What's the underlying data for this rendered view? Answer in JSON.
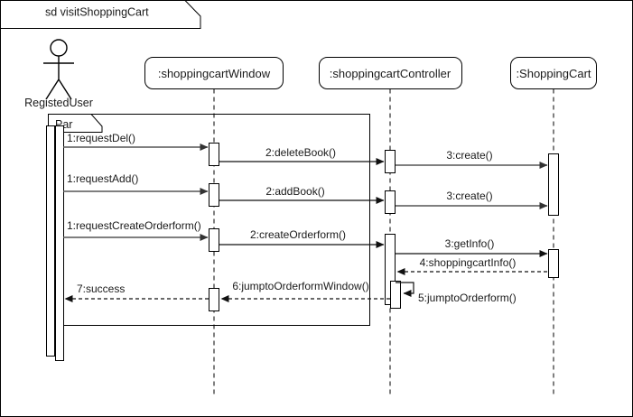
{
  "diagram": {
    "kind": "uml-sequence-diagram",
    "frame_label": "sd visitShoppingCart",
    "fragment": {
      "label": "Par",
      "operator": "par"
    },
    "actor": {
      "name": "RegistedUser",
      "icon": "actor-stick-figure"
    },
    "lifelines": [
      {
        "id": "window",
        "label": ":shoppingcartWindow"
      },
      {
        "id": "controller",
        "label": ":shoppingcartController"
      },
      {
        "id": "cart",
        "label": ":ShoppingCart"
      }
    ],
    "messages": [
      {
        "seq": "1",
        "label": "1:requestDel()",
        "from": "actor",
        "to": "window",
        "kind": "call"
      },
      {
        "seq": "2",
        "label": "2:deleteBook()",
        "from": "window",
        "to": "controller",
        "kind": "call"
      },
      {
        "seq": "3",
        "label": "3:create()",
        "from": "controller",
        "to": "cart",
        "kind": "call"
      },
      {
        "seq": "1",
        "label": "1:requestAdd()",
        "from": "actor",
        "to": "window",
        "kind": "call"
      },
      {
        "seq": "2",
        "label": "2:addBook()",
        "from": "window",
        "to": "controller",
        "kind": "call"
      },
      {
        "seq": "3",
        "label": "3:create()",
        "from": "controller",
        "to": "cart",
        "kind": "call"
      },
      {
        "seq": "1",
        "label": "1:requestCreateOrderform()",
        "from": "actor",
        "to": "window",
        "kind": "call"
      },
      {
        "seq": "2",
        "label": "2:createOrderform()",
        "from": "window",
        "to": "controller",
        "kind": "call"
      },
      {
        "seq": "3",
        "label": "3:getInfo()",
        "from": "controller",
        "to": "cart",
        "kind": "call"
      },
      {
        "seq": "4",
        "label": "4:shoppingcartInfo()",
        "from": "cart",
        "to": "controller",
        "kind": "return"
      },
      {
        "seq": "5",
        "label": "5:jumptoOrderform()",
        "from": "controller",
        "to": "controller",
        "kind": "self"
      },
      {
        "seq": "6",
        "label": "6:jumptoOrderformWindow()",
        "from": "controller",
        "to": "window",
        "kind": "return"
      },
      {
        "seq": "7",
        "label": "7:success",
        "from": "window",
        "to": "actor",
        "kind": "return"
      }
    ],
    "colors": {
      "background": "#ffffff",
      "stroke": "#000000",
      "call_arrow": "#555555",
      "return_arrow": "#111111",
      "text": "#1a1a1a"
    }
  }
}
